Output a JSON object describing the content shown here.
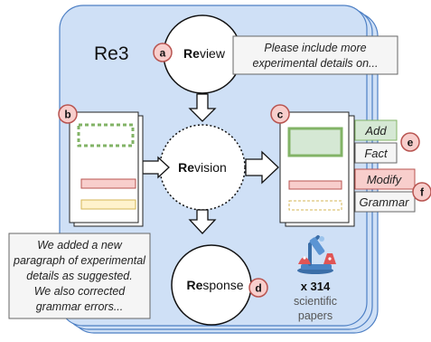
{
  "panel": {
    "label": "Re3",
    "fill": "#cfe0f6",
    "stroke": "#4d7fc4"
  },
  "nodes": {
    "review": {
      "bold": "Re",
      "rest": "view",
      "badge": "a"
    },
    "revision": {
      "bold": "Re",
      "rest": "vision"
    },
    "response": {
      "bold": "Re",
      "rest": "sponse",
      "badge": "d"
    }
  },
  "callouts": {
    "review_comment": [
      "Please include more",
      "experimental details on..."
    ],
    "response_text": [
      "We added a new",
      "paragraph of experimental",
      "details as suggested.",
      "We also corrected",
      "grammar errors..."
    ]
  },
  "documents": {
    "original_badge": "b",
    "revised_badge": "c"
  },
  "edit_tags": [
    {
      "action": "Add",
      "intention": "Fact",
      "badge": "e",
      "color": "#d5e8d4",
      "border": "#82b366"
    },
    {
      "action": "Modify",
      "intention": "Grammar",
      "badge": "f",
      "color": "#f8cecc",
      "border": "#b85450"
    }
  ],
  "stats": {
    "count": "x 314",
    "line1": "scientific",
    "line2": "papers"
  },
  "colors": {
    "badge": "#f8cecc",
    "badge_border": "#b85450",
    "green_box": "#82b366",
    "yellow_box": "#fff2cc"
  },
  "icon": "microscope-icon"
}
